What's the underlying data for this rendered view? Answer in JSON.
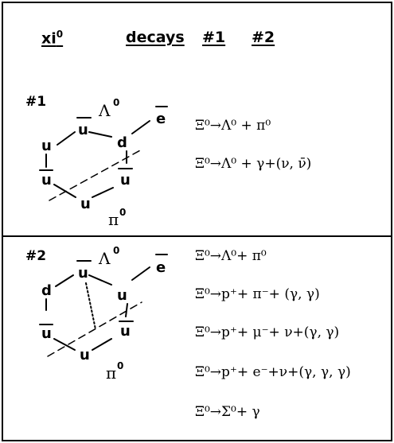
{
  "header": {
    "particle": "xi",
    "particle_sup": "0",
    "decays": "decays",
    "col1": "#1",
    "col2": "#2"
  },
  "diagram1": {
    "tag": "#1",
    "quarks": [
      "u",
      "u",
      "d",
      "u",
      "u",
      "u"
    ],
    "electron": "e",
    "lambda": "Λ",
    "lambda_sup": "0",
    "pion": "π",
    "pion_sup": "0"
  },
  "diagram2": {
    "tag": "#2",
    "quarks": [
      "u",
      "d",
      "u",
      "u",
      "u",
      "u"
    ],
    "electron": "e",
    "lambda": "Λ",
    "lambda_sup": "0",
    "pion": "π",
    "pion_sup": "0"
  },
  "equations1": [
    "Ξ⁰→Λ⁰ + π⁰",
    "Ξ⁰→Λ⁰ + γ+(ν, ν̄)"
  ],
  "equations2": [
    "Ξ⁰→Λ⁰+ π⁰",
    "Ξ⁰→p⁺+ π⁻+ (γ, γ)",
    "Ξ⁰→p⁺+ μ⁻+ ν+(γ, γ)",
    "Ξ⁰→p⁺+ e⁻+ν+(γ, γ, γ)",
    "Ξ⁰→Σ⁰+ γ"
  ]
}
